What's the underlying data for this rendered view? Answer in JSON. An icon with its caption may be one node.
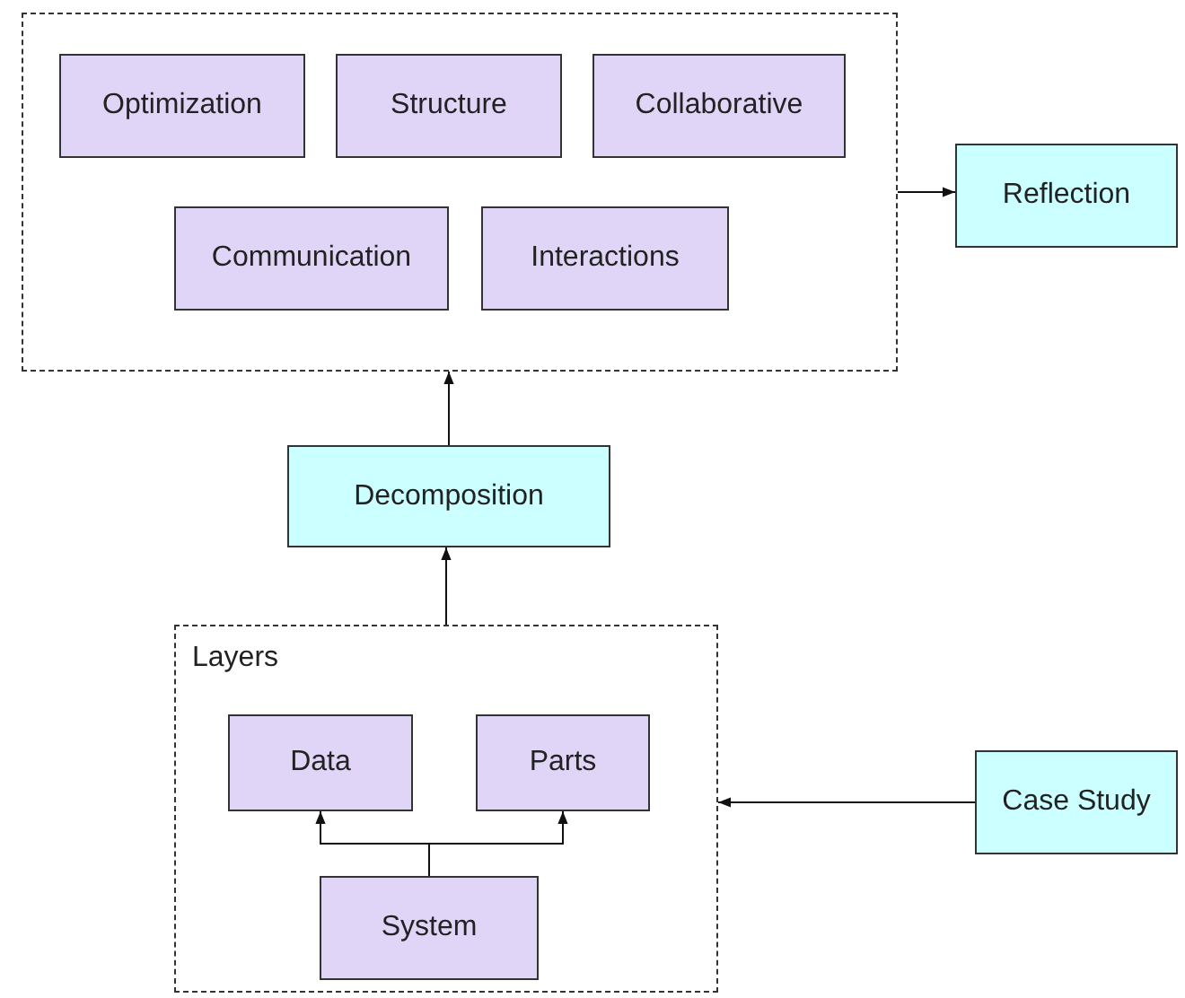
{
  "diagram": {
    "nodes": [
      {
        "text": [],
        "shape": "box"
      },
      {
        "text": [
          "Optimization"
        ],
        "in": 0
      },
      {
        "text": [
          "Structure"
        ],
        "in": 0
      },
      {
        "text": [
          "Collaborative"
        ],
        "in": 0
      },
      {
        "text": [
          "Communication"
        ],
        "in": 0
      },
      {
        "text": [
          "Interactions"
        ],
        "in": 0
      },
      {
        "text": [
          "Reflection"
        ]
      },
      {
        "text": [
          "Decomposition"
        ]
      },
      {
        "text": [
          "Layers"
        ]
      },
      {
        "text": [
          "Data"
        ],
        "in": 8
      },
      {
        "text": [
          "Parts"
        ],
        "in": 8
      },
      {
        "text": [
          "System"
        ],
        "in": 8
      },
      {
        "text": [
          "Case Study"
        ]
      }
    ],
    "edges": [
      {
        "from": 0,
        "to": 6,
        "arrow": "to"
      },
      {
        "from": 7,
        "to": 0,
        "arrow": "to"
      },
      {
        "from": 8,
        "to": 7,
        "arrow": "to"
      },
      {
        "from": 11,
        "to": 9,
        "arrow": "to"
      },
      {
        "from": 11,
        "to": 10,
        "arrow": "to"
      },
      {
        "from": 12,
        "to": 8,
        "arrow": "to"
      }
    ]
  }
}
